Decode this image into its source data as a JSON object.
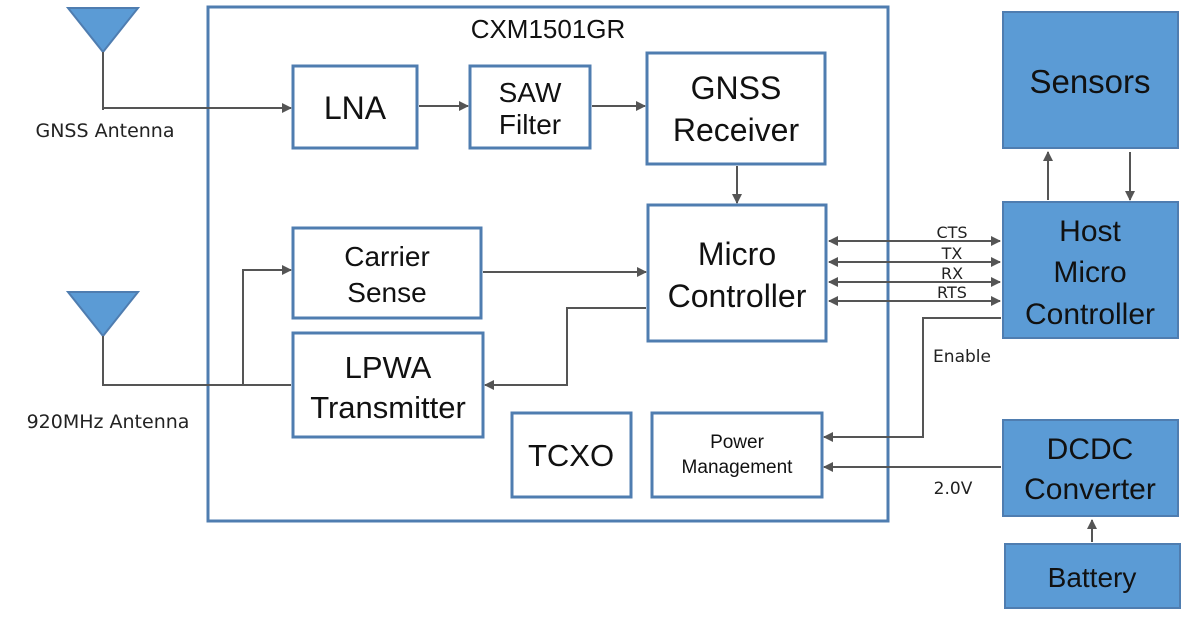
{
  "colors": {
    "stroke": "#4F7DB0",
    "fill_blue": "#5B9BD5",
    "box_fill": "#FFFFFF",
    "line": "#555555"
  },
  "chip": {
    "title": "CXM1501GR"
  },
  "antennas": {
    "gnss": "GNSS Antenna",
    "mhz920": "920MHz Antenna"
  },
  "blocks": {
    "lna": "LNA",
    "saw_filter": [
      "SAW",
      "Filter"
    ],
    "gnss_receiver": [
      "GNSS",
      "Receiver"
    ],
    "carrier_sense": [
      "Carrier",
      "Sense"
    ],
    "micro_controller": [
      "Micro",
      "Controller"
    ],
    "lpwa_transmitter": [
      "LPWA",
      "Transmitter"
    ],
    "tcxo": "TCXO",
    "power_management": [
      "Power",
      "Management"
    ]
  },
  "external": {
    "sensors": "Sensors",
    "host_mcu": [
      "Host",
      "Micro",
      "Controller"
    ],
    "dcdc": [
      "DCDC",
      "Converter"
    ],
    "battery": "Battery"
  },
  "signals": {
    "cts": "CTS",
    "tx": "TX",
    "rx": "RX",
    "rts": "RTS",
    "enable": "Enable",
    "voltage": "2.0V"
  }
}
